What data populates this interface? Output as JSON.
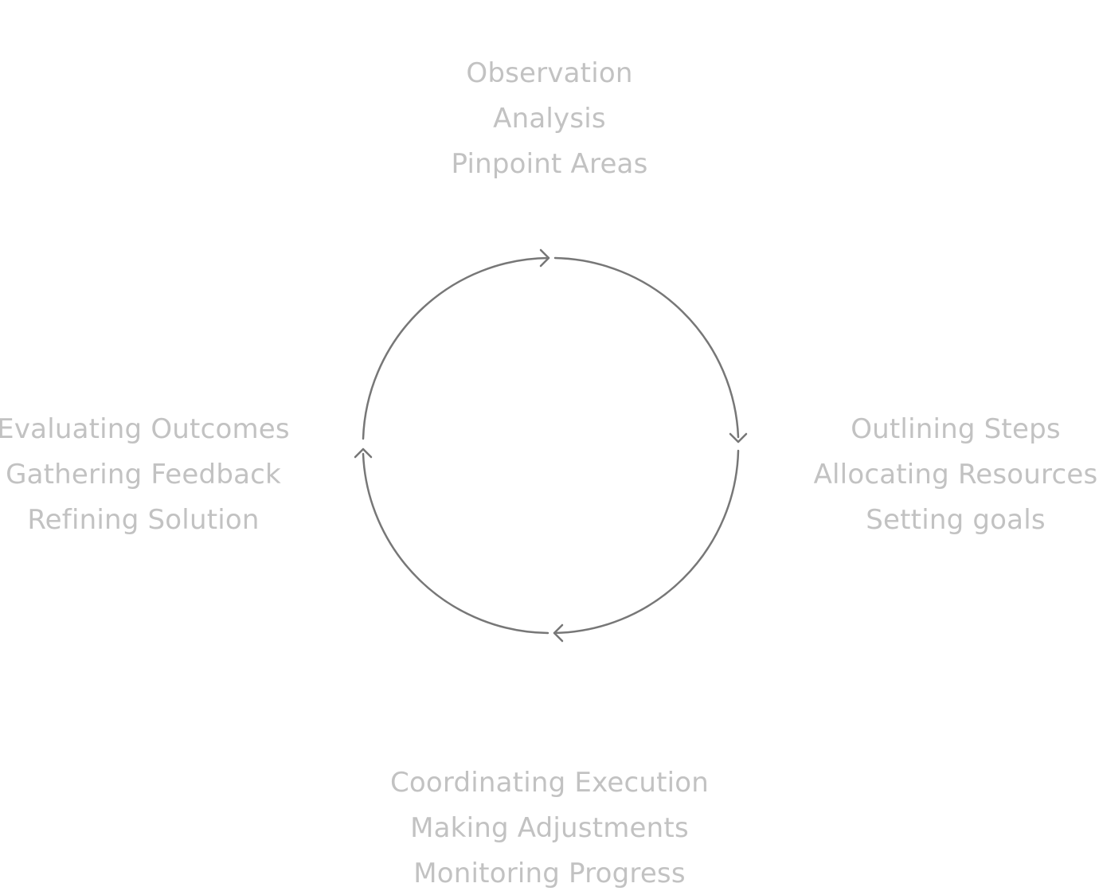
{
  "diagram": {
    "stages": [
      {
        "id": "top",
        "lines": [
          "Observation",
          "Analysis",
          "Pinpoint Areas"
        ]
      },
      {
        "id": "right",
        "lines": [
          "Outlining Steps",
          "Allocating Resources",
          "Setting goals"
        ]
      },
      {
        "id": "bottom",
        "lines": [
          "Coordinating Execution",
          "Making Adjustments",
          "Monitoring Progress"
        ]
      },
      {
        "id": "left",
        "lines": [
          "Evaluating Outcomes",
          "Gathering Feedback",
          "Refining Solution"
        ]
      }
    ],
    "flow_direction": "clockwise",
    "colors": {
      "stroke": "#777777",
      "text": "#c2c2c2",
      "background": "#ffffff"
    }
  }
}
